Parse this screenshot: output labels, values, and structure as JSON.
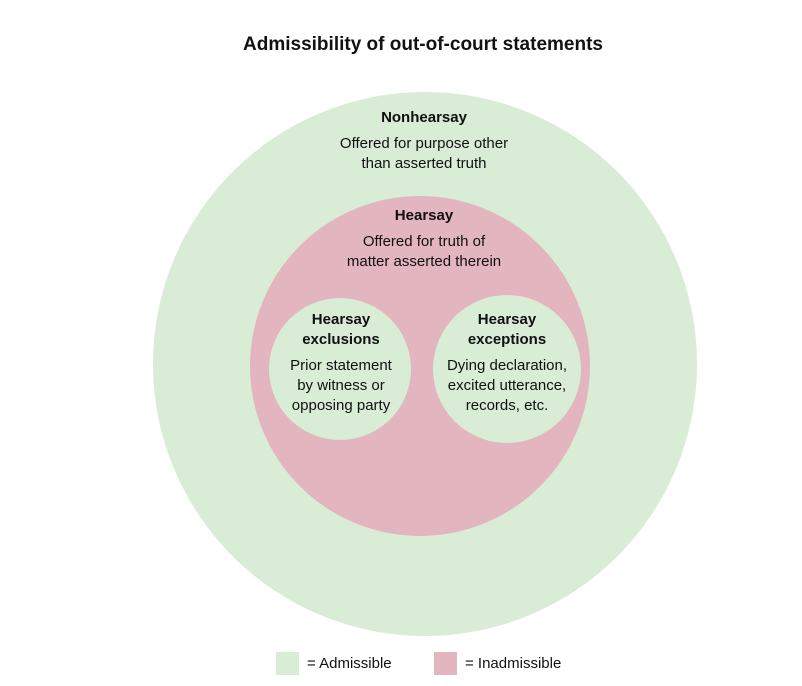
{
  "title": "Admissibility of out-of-court statements",
  "colors": {
    "admissible": "#d8ecd6",
    "inadmissible": "#e3b5be",
    "background": "#ffffff",
    "text": "#111111"
  },
  "regions": {
    "nonhearsay": {
      "heading": "Nonhearsay",
      "line1": "Offered for purpose other",
      "line2": "than asserted truth"
    },
    "hearsay": {
      "heading": "Hearsay",
      "line1": "Offered for truth of",
      "line2": "matter asserted therein"
    },
    "exclusions": {
      "heading1": "Hearsay",
      "heading2": "exclusions",
      "line1": "Prior statement",
      "line2": "by witness or",
      "line3": "opposing party"
    },
    "exceptions": {
      "heading1": "Hearsay",
      "heading2": "exceptions",
      "line1": "Dying declaration,",
      "line2": "excited utterance,",
      "line3": "records, etc."
    }
  },
  "legend": {
    "admissible": "= Admissible",
    "inadmissible": "= Inadmissible"
  }
}
